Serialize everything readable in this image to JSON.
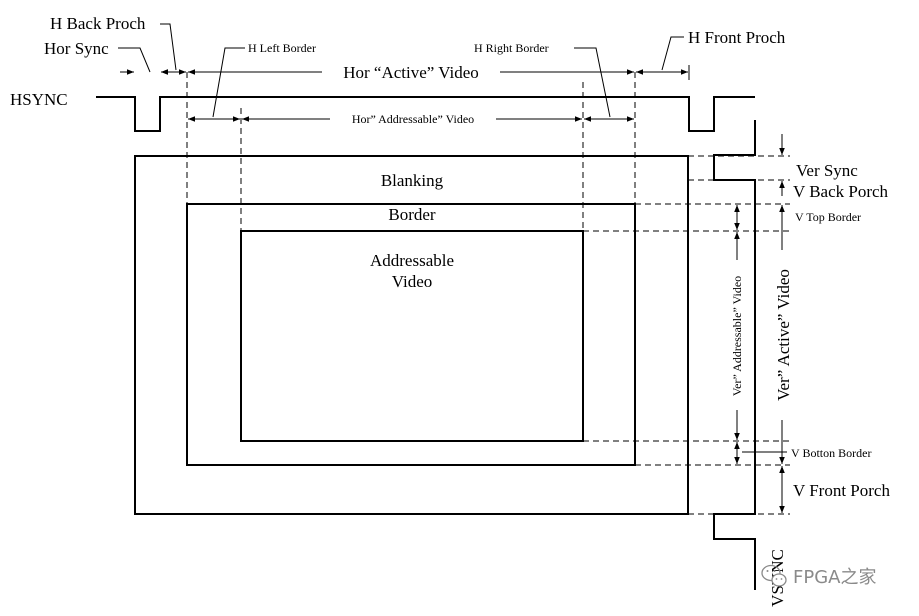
{
  "labels": {
    "h_back_porch": "H Back Proch",
    "hor_sync": "Hor Sync",
    "h_left_border": "H Left Border",
    "hor_active_video": "Hor “Active” Video",
    "h_right_border": "H Right Border",
    "h_front_porch": "H Front Proch",
    "hsync": "HSYNC",
    "hor_addressable_video": "Hor” Addressable” Video",
    "blanking": "Blanking",
    "border": "Border",
    "addressable_line1": "Addressable",
    "addressable_line2": "Video",
    "ver_sync": "Ver Sync",
    "v_back_porch": "V Back Porch",
    "v_top_border": "V Top Border",
    "ver_addressable_video": "Ver” Addressable” Video",
    "ver_active_video": "Ver” Active” Video",
    "v_bottom_border": "V Botton Border",
    "v_front_porch": "V Front Porch",
    "vsync": "VSYNC"
  },
  "watermark": {
    "text": "FPGA之家",
    "icon": "wechat-icon"
  },
  "colors": {
    "line": "#000000",
    "watermark": "#8a8a8a"
  }
}
